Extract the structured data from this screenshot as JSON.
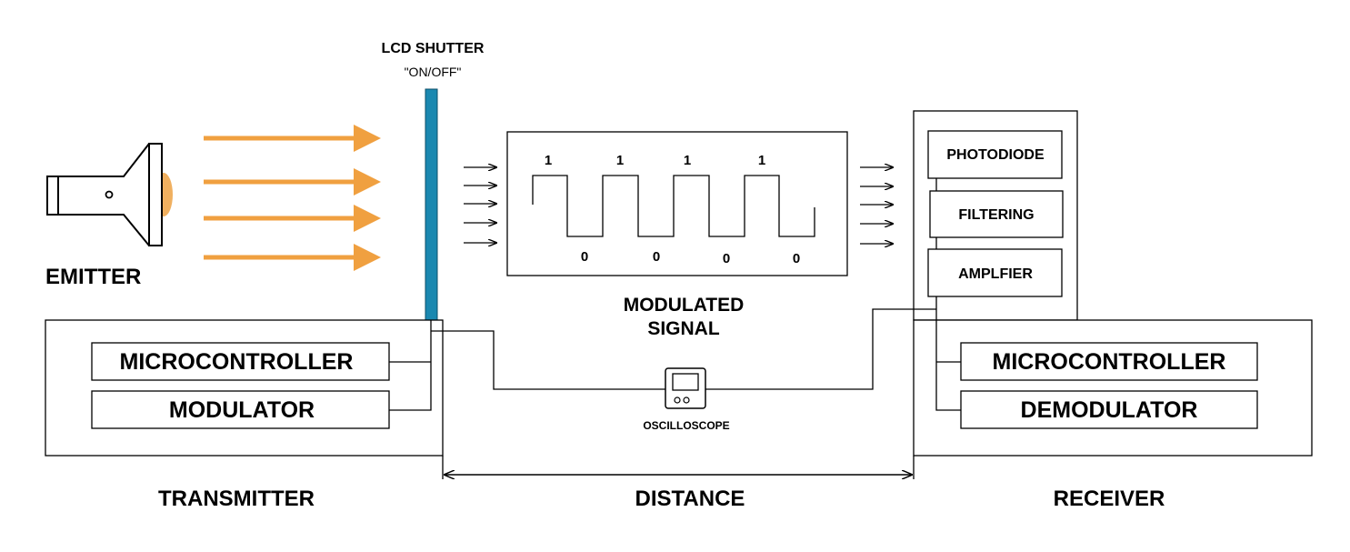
{
  "emitter": {
    "label": "EMITTER"
  },
  "shutter": {
    "label": "LCD SHUTTER",
    "state": "\"ON/OFF\""
  },
  "signal": {
    "ones": [
      "1",
      "1",
      "1",
      "1"
    ],
    "zeros": [
      "0",
      "0",
      "0",
      "0"
    ],
    "label_line1": "MODULATED",
    "label_line2": "SIGNAL"
  },
  "transmitter": {
    "label": "TRANSMITTER",
    "microcontroller": "MICROCONTROLLER",
    "modulator": "MODULATOR"
  },
  "receiver": {
    "label": "RECEIVER",
    "photodiode": "PHOTODIODE",
    "filtering": "FILTERING",
    "amplifier": "AMPLFIER",
    "microcontroller": "MICROCONTROLLER",
    "demodulator": "DEMODULATOR"
  },
  "oscilloscope": {
    "label": "OSCILLOSCOPE"
  },
  "distance": {
    "label": "DISTANCE"
  },
  "colors": {
    "light_beam": "#F0A040",
    "shutter": "#1A88B0",
    "lens": "#F0B060"
  }
}
